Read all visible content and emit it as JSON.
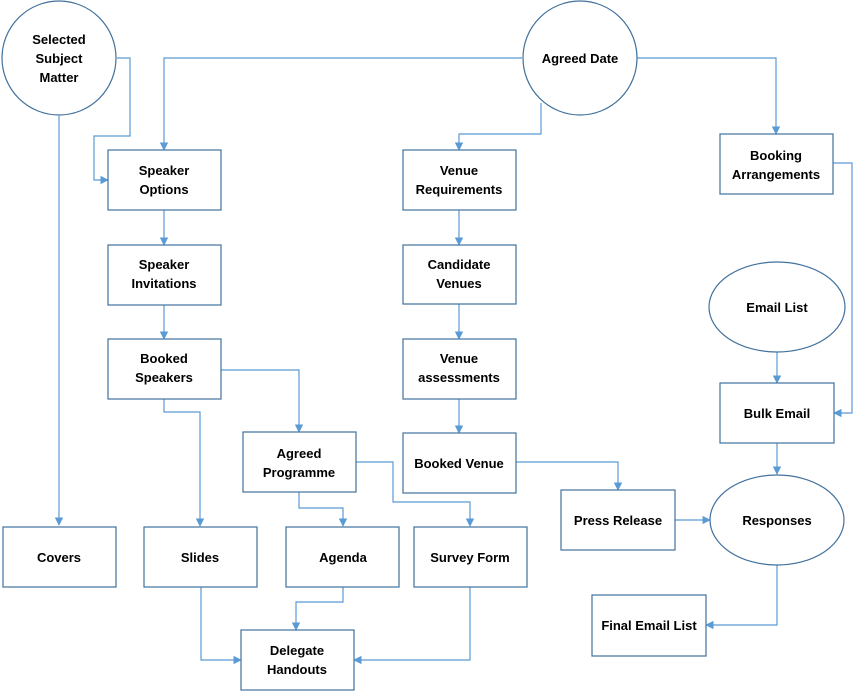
{
  "nodes": {
    "selected_subject_matter": [
      "Selected",
      "Subject",
      "Matter"
    ],
    "agreed_date": [
      "Agreed Date"
    ],
    "speaker_options": [
      "Speaker",
      "Options"
    ],
    "venue_requirements": [
      "Venue",
      "Requirements"
    ],
    "booking_arrangements": [
      "Booking",
      "Arrangements"
    ],
    "speaker_invitations": [
      "Speaker",
      "Invitations"
    ],
    "candidate_venues": [
      "Candidate",
      "Venues"
    ],
    "email_list": [
      "Email List"
    ],
    "booked_speakers": [
      "Booked",
      "Speakers"
    ],
    "venue_assessments": [
      "Venue",
      "assessments"
    ],
    "bulk_email": [
      "Bulk Email"
    ],
    "agreed_programme": [
      "Agreed",
      "Programme"
    ],
    "booked_venue": [
      "Booked Venue"
    ],
    "press_release": [
      "Press Release"
    ],
    "responses": [
      "Responses"
    ],
    "covers": [
      "Covers"
    ],
    "slides": [
      "Slides"
    ],
    "agenda": [
      "Agenda"
    ],
    "survey_form": [
      "Survey Form"
    ],
    "final_email_list": [
      "Final Email List"
    ],
    "delegate_handouts": [
      "Delegate",
      "Handouts"
    ]
  },
  "colors": {
    "shape_stroke": "#41719c",
    "connector": "#5b9bd5",
    "text": "#000000",
    "fill": "#ffffff"
  }
}
